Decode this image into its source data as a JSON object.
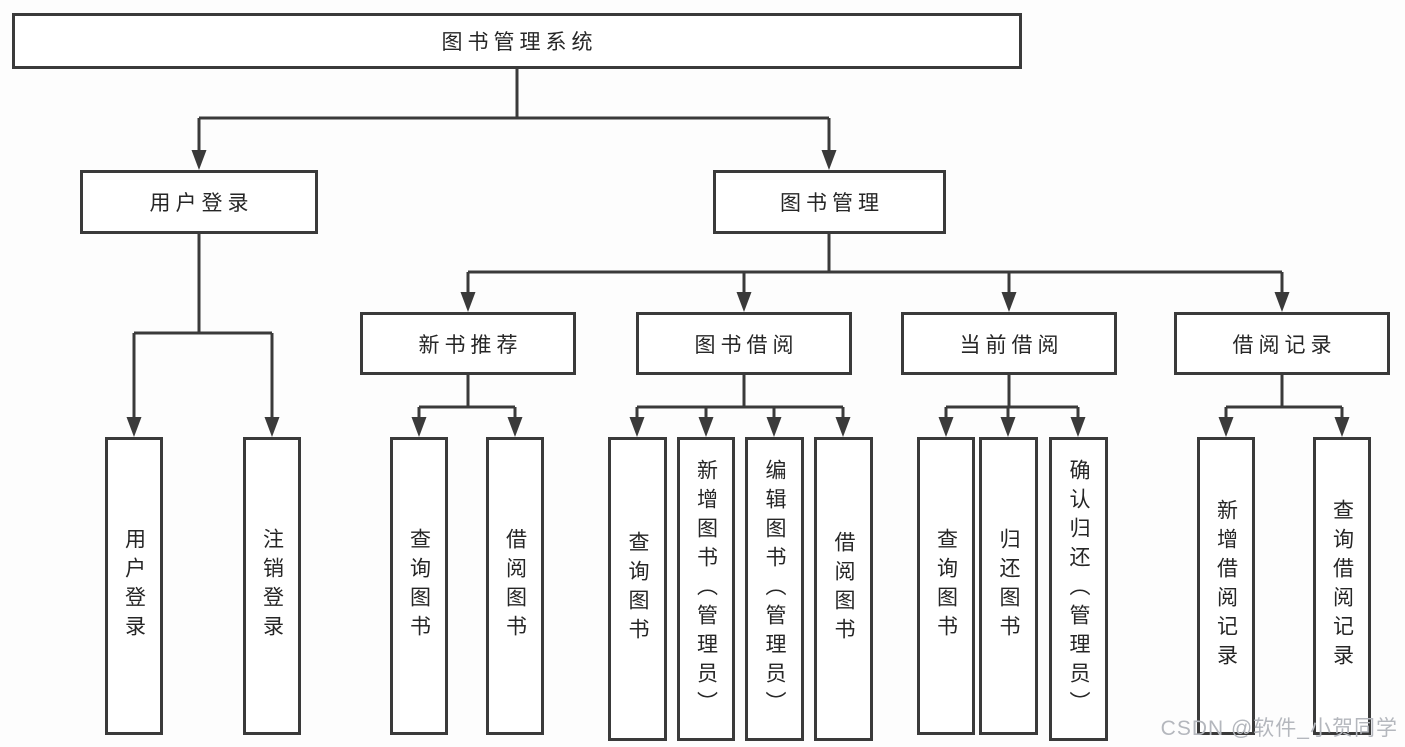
{
  "nodes": [
    {
      "id": "library-management-system",
      "label": "图书管理系统",
      "level": 0
    },
    {
      "id": "user-login",
      "label": "用户登录",
      "level": 1
    },
    {
      "id": "book-management",
      "label": "图书管理",
      "level": 1
    },
    {
      "id": "new-book-recommendation",
      "label": "新书推荐",
      "level": 2
    },
    {
      "id": "book-borrowing",
      "label": "图书借阅",
      "level": 2
    },
    {
      "id": "current-borrowing",
      "label": "当前借阅",
      "level": 2
    },
    {
      "id": "borrowing-records",
      "label": "借阅记录",
      "level": 2
    },
    {
      "id": "user-login-leaf",
      "label": "用户登录",
      "level": 3
    },
    {
      "id": "logout",
      "label": "注销登录",
      "level": 3
    },
    {
      "id": "query-books-recommend",
      "label": "查询图书",
      "level": 3
    },
    {
      "id": "borrow-books-recommend",
      "label": "借阅图书",
      "level": 3
    },
    {
      "id": "query-books-borrowing",
      "label": "查询图书",
      "level": 3
    },
    {
      "id": "add-books-admin",
      "label": "新增图书（管理员）",
      "level": 3
    },
    {
      "id": "edit-books-admin",
      "label": "编辑图书（管理员）",
      "level": 3
    },
    {
      "id": "borrow-books-borrowing",
      "label": "借阅图书",
      "level": 3
    },
    {
      "id": "query-books-current",
      "label": "查询图书",
      "level": 3
    },
    {
      "id": "return-books",
      "label": "归还图书",
      "level": 3
    },
    {
      "id": "confirm-return-admin",
      "label": "确认归还（管理员）",
      "level": 3
    },
    {
      "id": "add-borrow-record",
      "label": "新增借阅记录",
      "level": 3
    },
    {
      "id": "query-borrow-record",
      "label": "查询借阅记录",
      "level": 3
    }
  ],
  "watermark": {
    "text": "CSDN @软件_小贺同学"
  },
  "colors": {
    "line": "#3a3a3a",
    "text": "#262626",
    "node_bg": "#ffffff",
    "watermark": "#b4b7bd",
    "background": "#fdfdfd"
  }
}
